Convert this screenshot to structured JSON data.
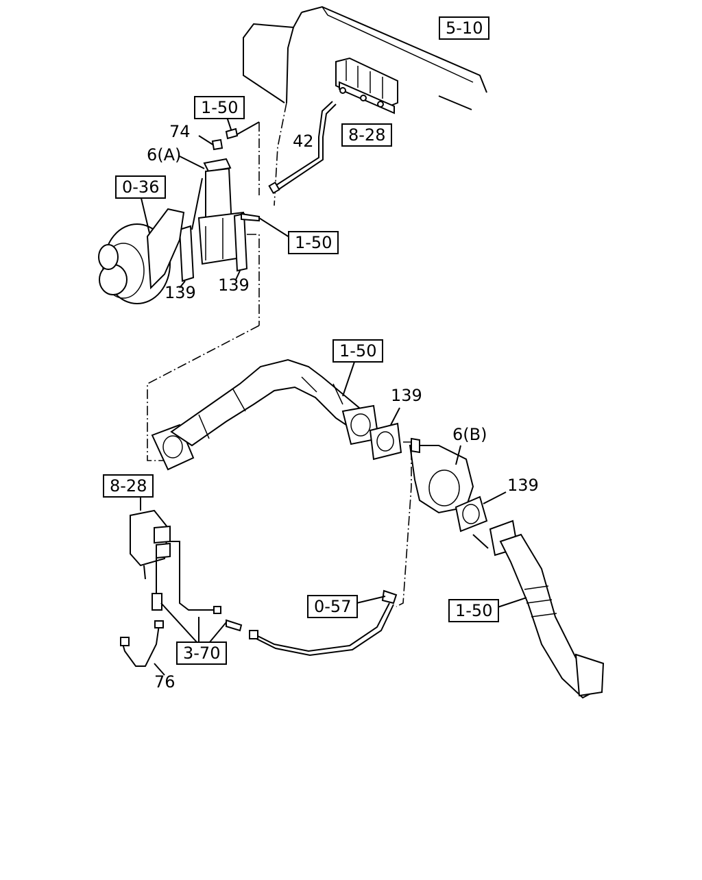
{
  "diagram": {
    "reference_boxes": {
      "engine_block": "5-10",
      "injector_rail": "8-28",
      "bolt_top_upper": "1-50",
      "bolt_top_lower": "1-50",
      "turbocharger": "0-36",
      "exhaust_pipe_mid": "1-50",
      "control_valve": "8-28",
      "connector": "0-57",
      "fitting": "3-70",
      "exhaust_pipe_lower": "1-50"
    },
    "callouts": {
      "pipe_42": "42",
      "bolt_74": "74",
      "bracket_a": "6(A)",
      "gasket_left": "139",
      "gasket_right": "139",
      "gasket_mid": "139",
      "bracket_b": "6(B)",
      "gasket_lower": "139",
      "pipe_76": "76"
    }
  }
}
